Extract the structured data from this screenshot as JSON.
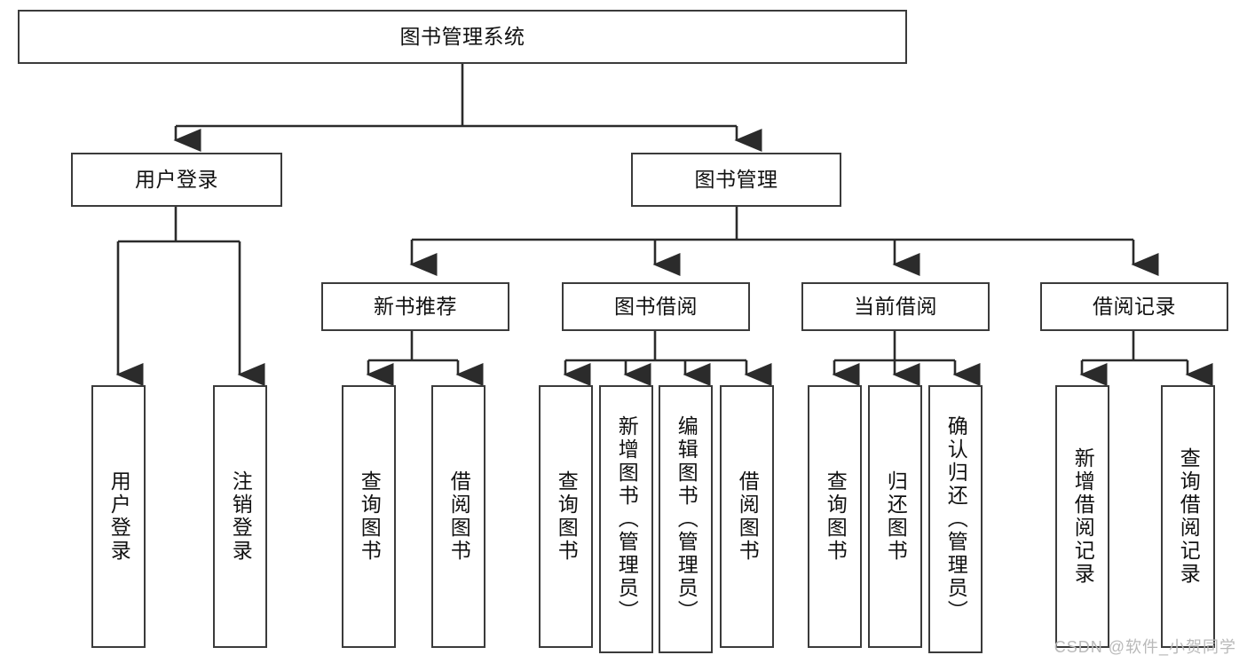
{
  "diagram": {
    "title": "图书管理系统",
    "type": "hierarchy-tree",
    "colors": {
      "box_border": "#3b3b3b",
      "box_fill": "#ffffff",
      "edge": "#2b2b2b",
      "background": "#ffffff",
      "watermark": "#b9b9b9"
    },
    "nodes": {
      "root": {
        "label": "图书管理系统"
      },
      "level2": [
        {
          "label": "用户登录"
        },
        {
          "label": "图书管理"
        }
      ],
      "level3": [
        {
          "label": "新书推荐"
        },
        {
          "label": "图书借阅"
        },
        {
          "label": "当前借阅"
        },
        {
          "label": "借阅记录"
        }
      ],
      "leaves": {
        "user_login": [
          {
            "label": "用户登录"
          },
          {
            "label": "注销登录"
          }
        ],
        "new_book": [
          {
            "label": "查询图书"
          },
          {
            "label": "借阅图书"
          }
        ],
        "book_borrow": [
          {
            "label": "查询图书"
          },
          {
            "label": "新增图书（管理员）"
          },
          {
            "label": "编辑图书（管理员）"
          },
          {
            "label": "借阅图书"
          }
        ],
        "current_borrow": [
          {
            "label": "查询图书"
          },
          {
            "label": "归还图书"
          },
          {
            "label": "确认归还（管理员）"
          }
        ],
        "borrow_record": [
          {
            "label": "新增借阅记录"
          },
          {
            "label": "查询借阅记录"
          }
        ]
      }
    },
    "watermark": "CSDN @软件_小贺同学"
  }
}
